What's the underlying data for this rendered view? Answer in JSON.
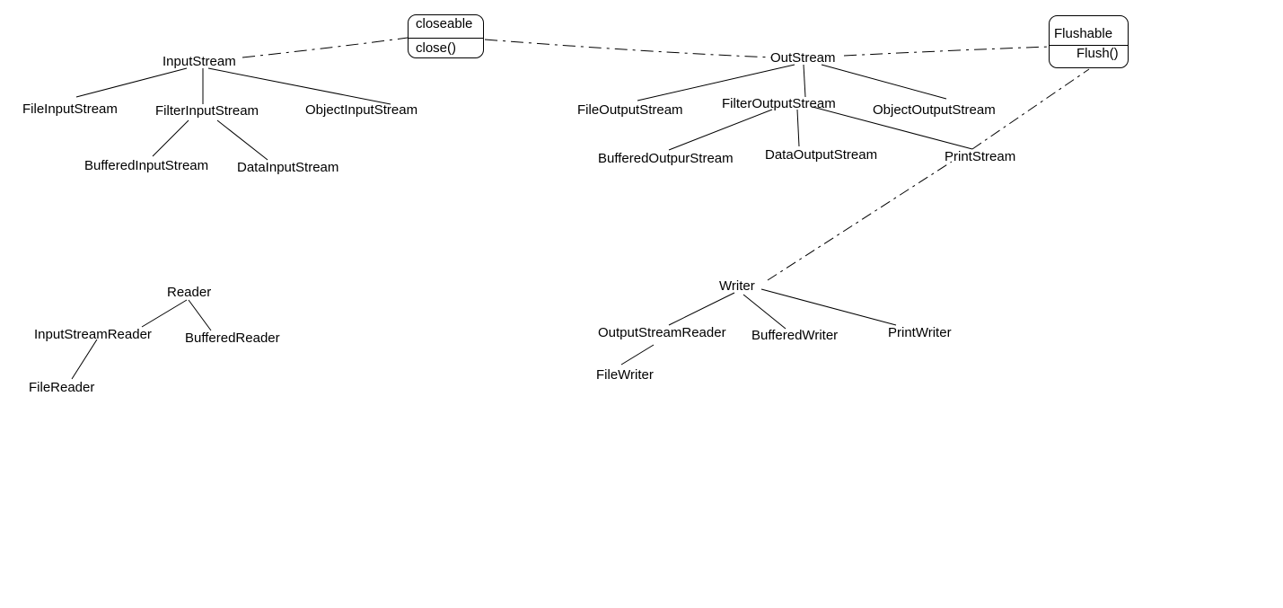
{
  "interfaces": {
    "closeable": {
      "name": "closeable",
      "method": "close()"
    },
    "flushable": {
      "name": "Flushable",
      "method": "Flush()"
    }
  },
  "byte_streams": {
    "input_root": "InputStream",
    "input_children": [
      "FileInputStream",
      "FilterInputStream",
      "ObjectInputStream"
    ],
    "filter_input_children": [
      "BufferedInputStream",
      "DataInputStream"
    ],
    "output_root": "OutStream",
    "output_children": [
      "FileOutputStream",
      "FilterOutputStream",
      "ObjectOutputStream"
    ],
    "filter_output_children": [
      "BufferedOutpurStream",
      "DataOutputStream",
      "PrintStream"
    ]
  },
  "char_streams": {
    "reader_root": "Reader",
    "reader_children": [
      "InputStreamReader",
      "BufferedReader"
    ],
    "input_stream_reader_children": [
      "FileReader"
    ],
    "writer_root": "Writer",
    "writer_children": [
      "OutputStreamReader",
      "BufferedWriter",
      "PrintWriter"
    ],
    "output_stream_reader_children": [
      "FileWriter"
    ]
  }
}
